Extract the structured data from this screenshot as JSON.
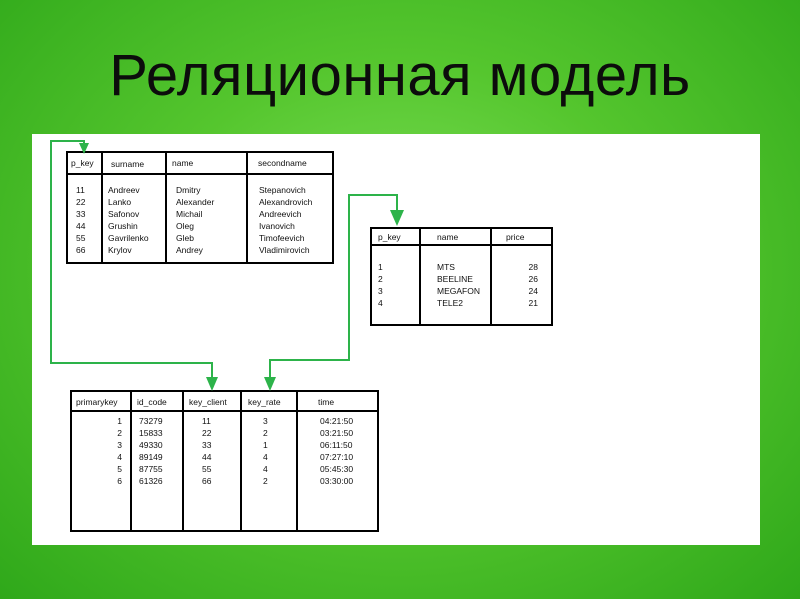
{
  "title": "Реляционная модель",
  "colors": {
    "arrow": "#2db34a",
    "background": "#4fc22a"
  },
  "clients": {
    "headers": [
      "p_key",
      "surname",
      "name",
      "secondname"
    ],
    "columns": {
      "p_key": [
        "11",
        "22",
        "33",
        "44",
        "55",
        "66"
      ],
      "surname": [
        "Andreev",
        "Lanko",
        "Safonov",
        "Grushin",
        "Gavrilenko",
        "Krylov"
      ],
      "name": [
        "Dmitry",
        "Alexander",
        "Michail",
        "Oleg",
        "Gleb",
        "Andrey"
      ],
      "secondname": [
        "Stepanovich",
        "Alexandrovich",
        "Andreevich",
        "Ivanovich",
        "Timofeevich",
        "Vladimirovich"
      ]
    }
  },
  "rates": {
    "headers": [
      "p_key",
      "name",
      "price"
    ],
    "columns": {
      "p_key": [
        "1",
        "2",
        "3",
        "4"
      ],
      "name": [
        "MTS",
        "BEELINE",
        "MEGAFON",
        "TELE2"
      ],
      "price": [
        "28",
        "26",
        "24",
        "21"
      ]
    }
  },
  "links": {
    "headers": [
      "primarykey",
      "id_code",
      "key_client",
      "key_rate",
      "time"
    ],
    "columns": {
      "primarykey": [
        "1",
        "2",
        "3",
        "4",
        "5",
        "6"
      ],
      "id_code": [
        "73279",
        "15833",
        "49330",
        "89149",
        "87755",
        "61326"
      ],
      "key_client": [
        "11",
        "22",
        "33",
        "44",
        "55",
        "66"
      ],
      "key_rate": [
        "3",
        "2",
        "1",
        "4",
        "4",
        "2"
      ],
      "time": [
        "04:21:50",
        "03:21:50",
        "06:11:50",
        "07:27:10",
        "05:45:30",
        "03:30:00"
      ]
    }
  }
}
